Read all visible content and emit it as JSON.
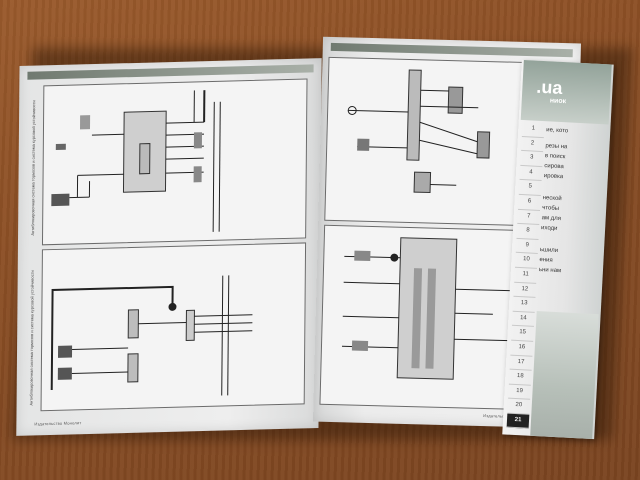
{
  "photo": {
    "subject": "Open magazine showing wiring diagrams on a wooden table"
  },
  "left_page": {
    "footer": "Издательство Монолит",
    "diagram_top_title": "Антиблокировочная система тормозов и система курсовой устойчивости",
    "diagram_bottom_title": "Антиблокировочная система тормозов и система курсовой устойчивости"
  },
  "right_page": {
    "footer": "Издательство Монолит"
  },
  "flap": {
    "domain": ".ua",
    "brand": "ниок",
    "lines": [
      "ие, кото",
      "резы на",
      "в поиск",
      "сирова",
      "ировка",
      "неской",
      "чтобы",
      "ам для",
      "иходи",
      "ьшили",
      "ения",
      "ьни нам"
    ],
    "index_numbers": [
      "1",
      "2",
      "3",
      "4",
      "5",
      "6",
      "7",
      "8",
      "9",
      "10",
      "11",
      "12",
      "13",
      "14",
      "15",
      "16",
      "17",
      "18",
      "19",
      "20",
      "21"
    ],
    "active_index": "21"
  }
}
